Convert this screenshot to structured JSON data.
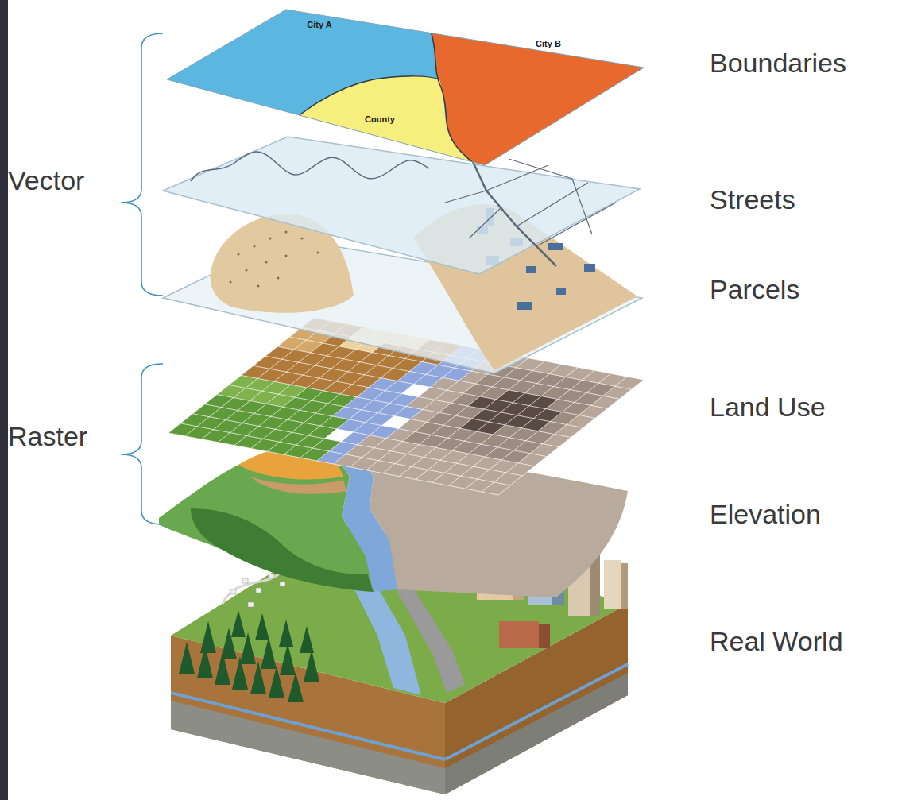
{
  "diagram": {
    "labels": [
      "City A",
      "City B",
      "County",
      "Boundaries",
      "Vector",
      "Streets",
      "Parcels",
      "Raster",
      "Land Use",
      "Elevation",
      "Real World"
    ]
  }
}
